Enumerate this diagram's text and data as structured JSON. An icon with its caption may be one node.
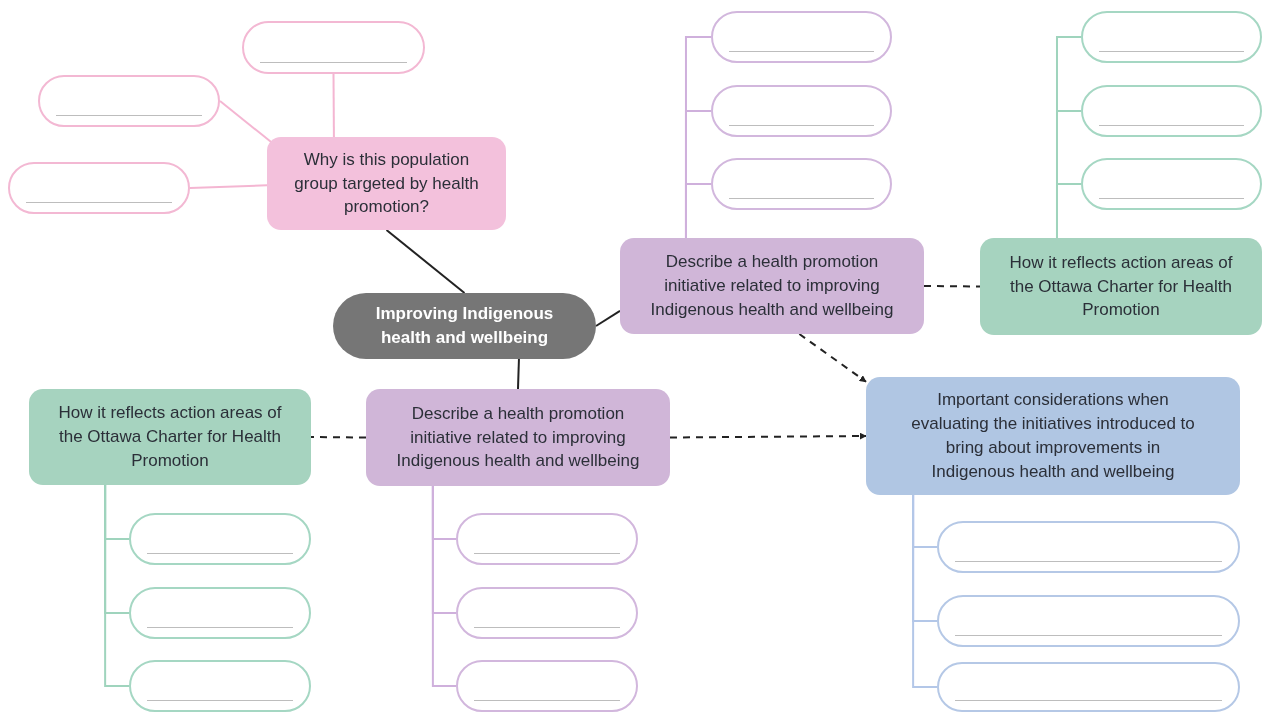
{
  "diagram": {
    "nodes": [
      {
        "text": [
          "Improving Indigenous health and wellbeing"
        ]
      },
      {
        "text": [
          "Why is this population group targeted by health promotion?"
        ]
      },
      {
        "text": [],
        "shape": "box"
      },
      {
        "text": [],
        "shape": "box"
      },
      {
        "text": [],
        "shape": "box"
      },
      {
        "text": [
          "Describe a health promotion initiative related to improving Indigenous health and wellbeing"
        ]
      },
      {
        "text": [],
        "shape": "box"
      },
      {
        "text": [],
        "shape": "box"
      },
      {
        "text": [],
        "shape": "box"
      },
      {
        "text": [
          "How it reflects action areas of the Ottawa Charter for Health Promotion"
        ]
      },
      {
        "text": [],
        "shape": "box"
      },
      {
        "text": [],
        "shape": "box"
      },
      {
        "text": [],
        "shape": "box"
      },
      {
        "text": [
          "Describe a health promotion initiative related to improving Indigenous health and wellbeing"
        ]
      },
      {
        "text": [],
        "shape": "box"
      },
      {
        "text": [],
        "shape": "box"
      },
      {
        "text": [],
        "shape": "box"
      },
      {
        "text": [
          "How it reflects action areas of the Ottawa Charter for Health Promotion"
        ]
      },
      {
        "text": [],
        "shape": "box"
      },
      {
        "text": [],
        "shape": "box"
      },
      {
        "text": [],
        "shape": "box"
      },
      {
        "text": [
          "Important considerations when evaluating the initiatives introduced to bring about improvements in Indigenous health and wellbeing"
        ]
      },
      {
        "text": [],
        "shape": "box"
      },
      {
        "text": [],
        "shape": "box"
      },
      {
        "text": [],
        "shape": "box"
      }
    ],
    "edges": [
      {
        "from": 0,
        "to": 1,
        "arrow": "none"
      },
      {
        "from": 0,
        "to": 5,
        "arrow": "none"
      },
      {
        "from": 0,
        "to": 13,
        "arrow": "none"
      },
      {
        "from": 1,
        "to": 2,
        "arrow": "none",
        "color": "#f4b6d2"
      },
      {
        "from": 1,
        "to": 3,
        "arrow": "none",
        "color": "#f4b6d2"
      },
      {
        "from": 1,
        "to": 4,
        "arrow": "none",
        "color": "#f4b6d2"
      },
      {
        "from": 5,
        "to": 6,
        "arrow": "none",
        "color": "#cfb0dc"
      },
      {
        "from": 5,
        "to": 7,
        "arrow": "none",
        "color": "#cfb0dc"
      },
      {
        "from": 5,
        "to": 8,
        "arrow": "none",
        "color": "#cfb0dc"
      },
      {
        "from": 5,
        "to": 9,
        "arrow": "none",
        "style": "dashed"
      },
      {
        "from": 9,
        "to": 10,
        "arrow": "none",
        "color": "#9fd4bd"
      },
      {
        "from": 9,
        "to": 11,
        "arrow": "none",
        "color": "#9fd4bd"
      },
      {
        "from": 9,
        "to": 12,
        "arrow": "none",
        "color": "#9fd4bd"
      },
      {
        "from": 5,
        "to": 21,
        "arrow": "to",
        "style": "dashed"
      },
      {
        "from": 13,
        "to": 21,
        "arrow": "to",
        "style": "dashed"
      },
      {
        "from": 13,
        "to": 17,
        "arrow": "none",
        "style": "dashed"
      },
      {
        "from": 13,
        "to": 14,
        "arrow": "none",
        "color": "#cfb0dc"
      },
      {
        "from": 13,
        "to": 15,
        "arrow": "none",
        "color": "#cfb0dc"
      },
      {
        "from": 13,
        "to": 16,
        "arrow": "none",
        "color": "#cfb0dc"
      },
      {
        "from": 17,
        "to": 18,
        "arrow": "none",
        "color": "#9fd4bd"
      },
      {
        "from": 17,
        "to": 19,
        "arrow": "none",
        "color": "#9fd4bd"
      },
      {
        "from": 17,
        "to": 20,
        "arrow": "none",
        "color": "#9fd4bd"
      },
      {
        "from": 21,
        "to": 22,
        "arrow": "none",
        "color": "#b3c7e8"
      },
      {
        "from": 21,
        "to": 23,
        "arrow": "none",
        "color": "#b3c7e8"
      },
      {
        "from": 21,
        "to": 24,
        "arrow": "none",
        "color": "#b3c7e8"
      }
    ]
  }
}
